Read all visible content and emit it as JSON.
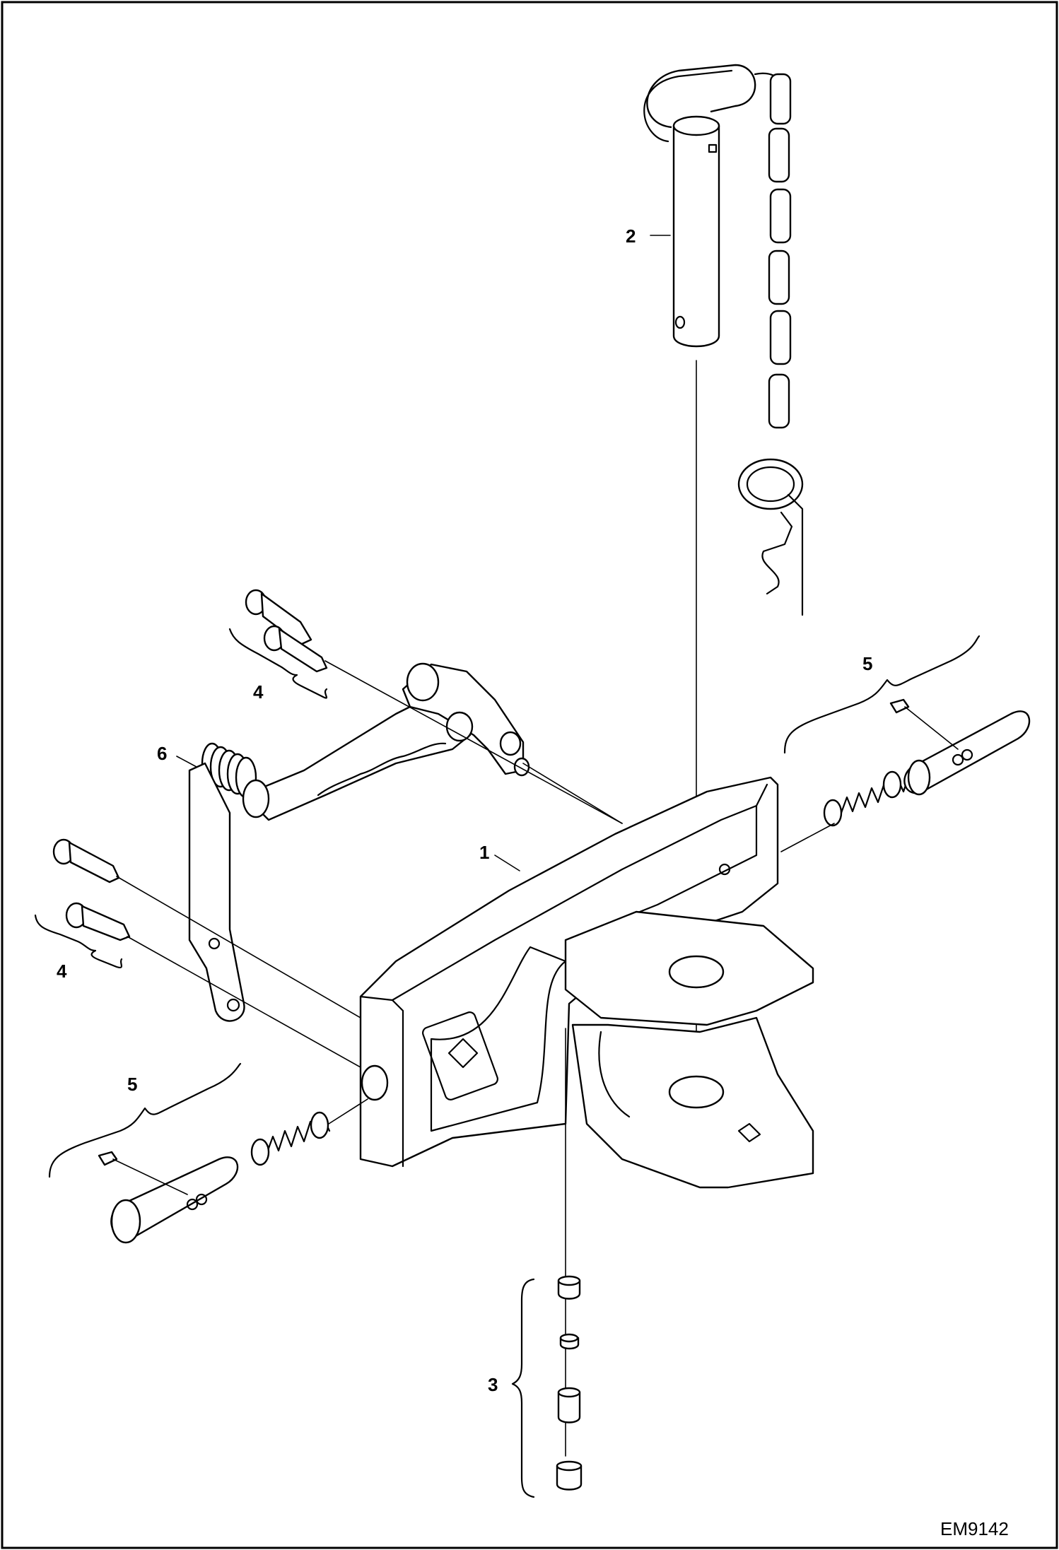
{
  "drawing_code": "EM9142",
  "callouts": [
    {
      "id": "c1",
      "text": "1"
    },
    {
      "id": "c2",
      "text": "2"
    },
    {
      "id": "c3",
      "text": "3"
    },
    {
      "id": "c4a",
      "text": "4"
    },
    {
      "id": "c4b",
      "text": "4"
    },
    {
      "id": "c5a",
      "text": "5"
    },
    {
      "id": "c5b",
      "text": "5"
    },
    {
      "id": "c6",
      "text": "6"
    }
  ]
}
